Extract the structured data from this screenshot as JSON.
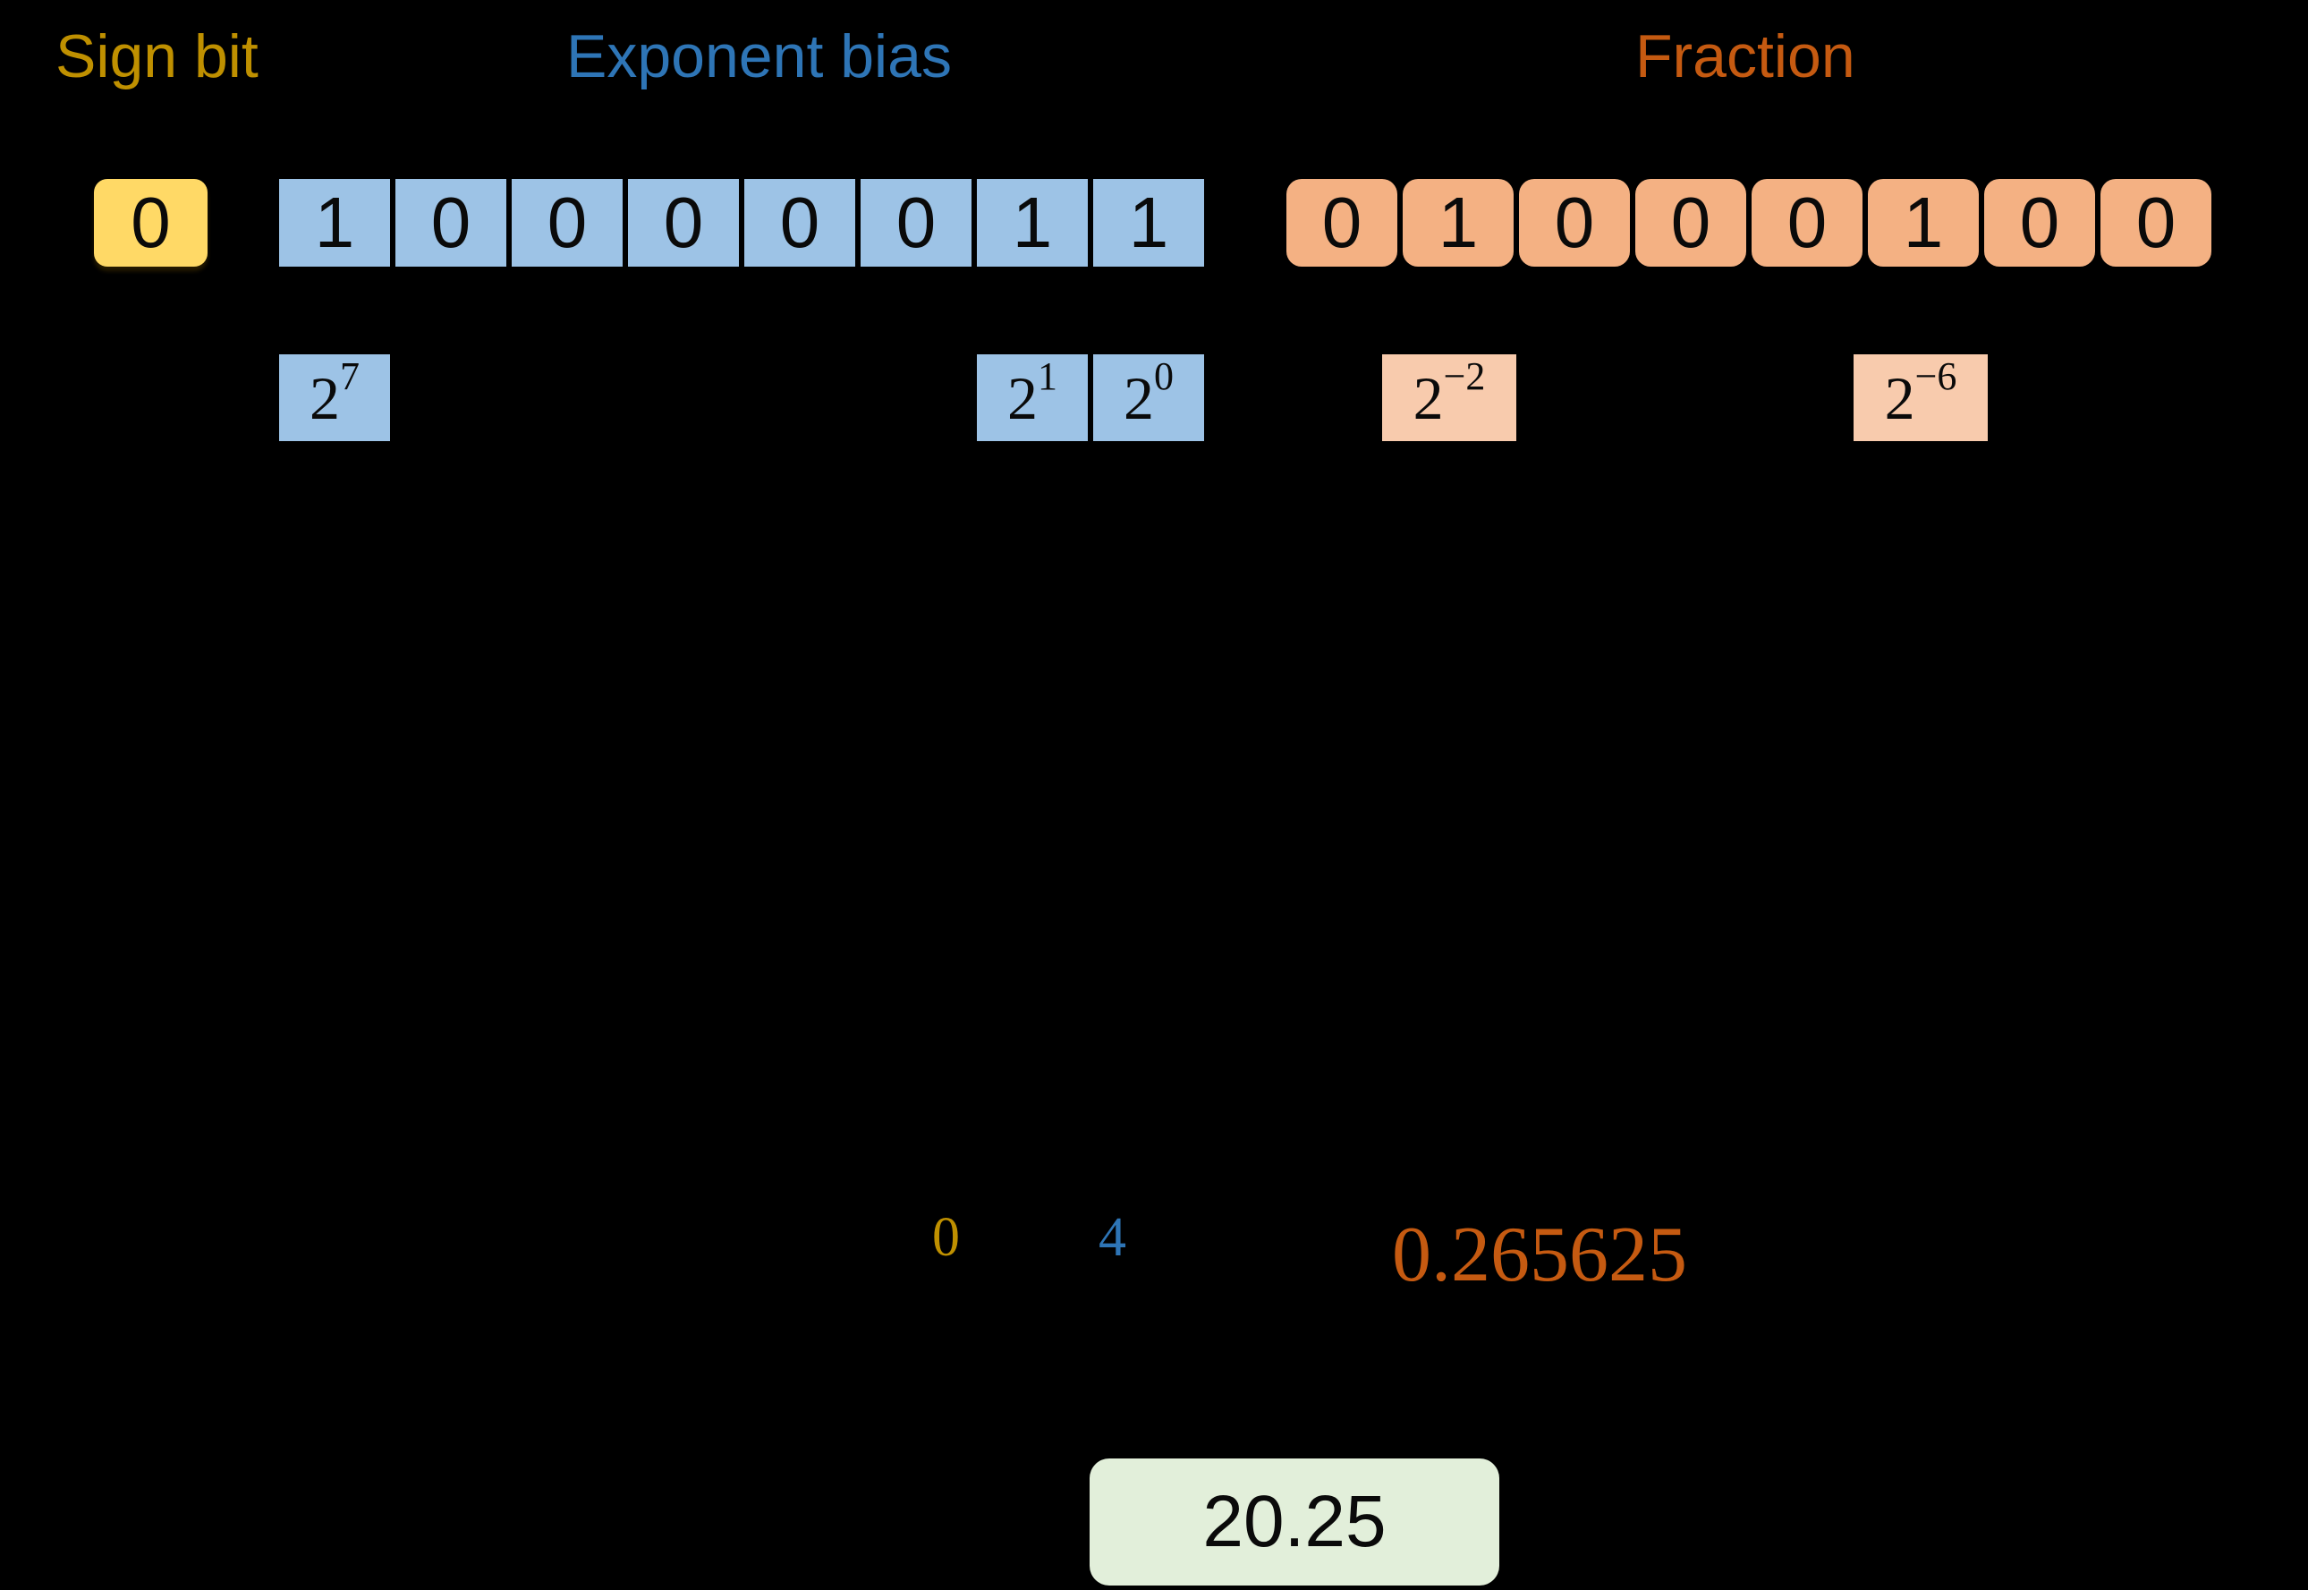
{
  "labels": {
    "sign": "Sign bit",
    "exponent": "Exponent bias",
    "fraction": "Fraction"
  },
  "bits": {
    "sign": [
      "0"
    ],
    "exponent": [
      "1",
      "0",
      "0",
      "0",
      "0",
      "0",
      "1",
      "1"
    ],
    "fraction": [
      "0",
      "1",
      "0",
      "0",
      "0",
      "1",
      "0",
      "0"
    ]
  },
  "powers": {
    "exponent": [
      {
        "base": "2",
        "sup": "7"
      },
      {
        "base": "2",
        "sup": "1"
      },
      {
        "base": "2",
        "sup": "0"
      }
    ],
    "fraction": [
      {
        "base": "2",
        "sup": "−2"
      },
      {
        "base": "2",
        "sup": "−6"
      }
    ]
  },
  "computed": {
    "sign": "0",
    "exponent": "4",
    "fraction": "0.265625",
    "result": "20.25"
  },
  "colors": {
    "background": "#000000",
    "sign_fill": "#FFD966",
    "exponent_fill": "#9DC3E6",
    "fraction_fill": "#F4B183",
    "fraction_power_fill": "#F8CBAD",
    "result_fill": "#E2EFDA",
    "sign_text": "#BF9000",
    "exponent_text": "#2E75B6",
    "fraction_text": "#C55A11"
  }
}
